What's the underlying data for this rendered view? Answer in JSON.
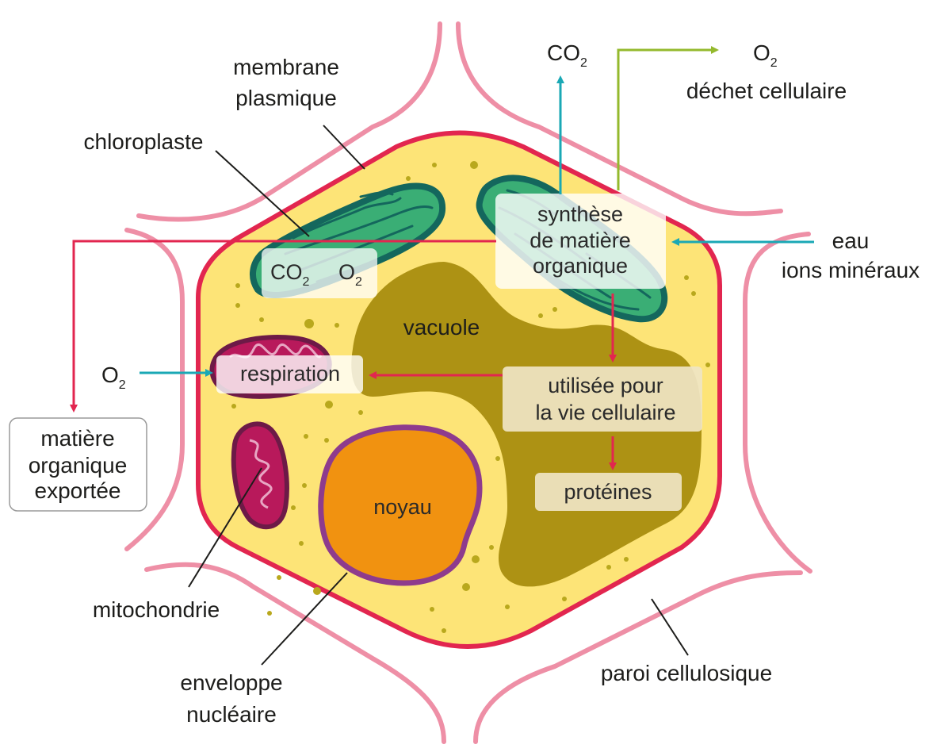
{
  "labels": {
    "membrane_line1": "membrane",
    "membrane_line2": "plasmique",
    "chloroplaste": "chloroplaste",
    "co2_top": "CO",
    "co2_top_sub": "2",
    "o2_top": "O",
    "o2_top_sub": "2",
    "dechet": "déchet cellulaire",
    "eau": "eau",
    "ions": "ions minéraux",
    "synthese_line1": "synthèse",
    "synthese_line2": "de matière",
    "synthese_line3": "organique",
    "gas_co2": "CO",
    "gas_co2_sub": "2",
    "gas_o2": "O",
    "gas_o2_sub": "2",
    "vacuole": "vacuole",
    "o2_left": "O",
    "o2_left_sub": "2",
    "respiration": "respiration",
    "utilisee_line1": "utilisée pour",
    "utilisee_line2": "la vie cellulaire",
    "proteines": "protéines",
    "exportee_line1": "matière",
    "exportee_line2": "organique",
    "exportee_line3": "exportée",
    "noyau": "noyau",
    "mitochondrie": "mitochondrie",
    "enveloppe_line1": "enveloppe",
    "enveloppe_line2": "nucléaire",
    "paroi": "paroi cellulosique"
  },
  "colors": {
    "cell_wall": "#ee8fa6",
    "membrane": "#e2264f",
    "cytoplasm": "#fde477",
    "vacuole": "#ad9214",
    "chloroplast_fill": "#3aae75",
    "chloroplast_edge": "#14675d",
    "mitochondria_fill": "#b8195b",
    "mitochondria_edge": "#6d1a47",
    "nucleus_fill": "#f19210",
    "nucleus_edge": "#8e3b8d",
    "arrow_red": "#e2264f",
    "arrow_teal": "#1aa8b5",
    "arrow_green": "#94b92d",
    "leader": "#1d1d1b"
  }
}
